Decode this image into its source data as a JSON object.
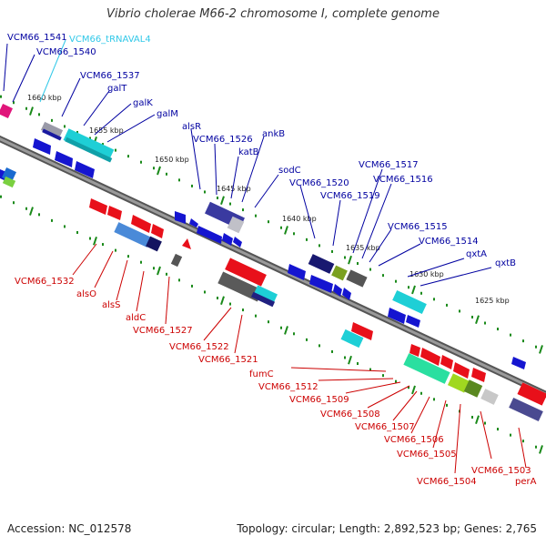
{
  "title": "Vibrio cholerae M66-2 chromosome I, complete genome",
  "accession_text": "Accession: NC_012578",
  "topology_text": "Topology: circular; Length: 2,892,523 bp; Genes: 2,765",
  "colors": {
    "plus_label": "#0000a0",
    "trna_label": "#30c8e8",
    "minus_label": "#cc0000",
    "backbone": "#7a7a7a",
    "tick": "#1a8a1a"
  },
  "scale_ticks": [
    "1660 kbp",
    "1655 kbp",
    "1650 kbp",
    "1645 kbp",
    "1640 kbp",
    "1635 kbp",
    "1630 kbp",
    "1625 kbp"
  ],
  "plus_labels": [
    "VCM66_1541",
    "VCM66_tRNAVAL4",
    "VCM66_1540",
    "VCM66_1537",
    "galT",
    "galK",
    "galM",
    "alsR",
    "VCM66_1526",
    "katB",
    "ankB",
    "sodC",
    "VCM66_1520",
    "VCM66_1519",
    "VCM66_1517",
    "VCM66_1516",
    "VCM66_1515",
    "VCM66_1514",
    "qxtA",
    "qxtB"
  ],
  "minus_labels": [
    "VCM66_1532",
    "alsO",
    "alsS",
    "aldC",
    "VCM66_1527",
    "VCM66_1522",
    "VCM66_1521",
    "fumC",
    "VCM66_1512",
    "VCM66_1509",
    "VCM66_1508",
    "VCM66_1507",
    "VCM66_1506",
    "VCM66_1505",
    "VCM66_1504",
    "VCM66_1503",
    "perA"
  ]
}
